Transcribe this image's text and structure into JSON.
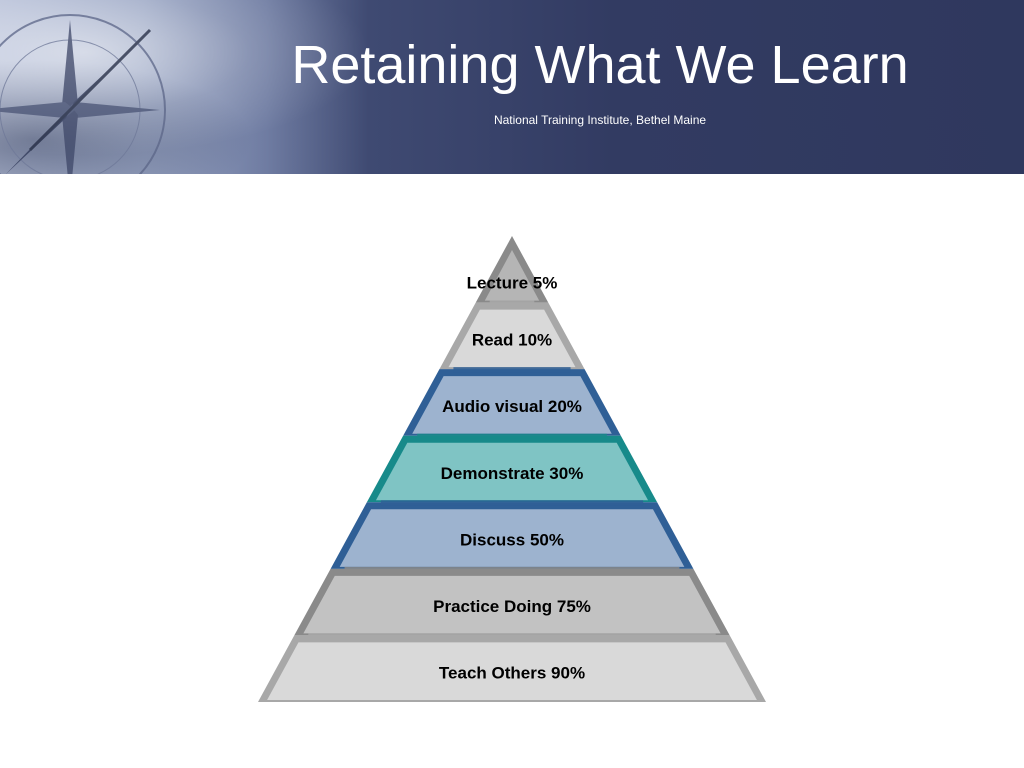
{
  "slide": {
    "title": "Retaining What We Learn",
    "subtitle": "National Training Institute, Bethel Maine"
  },
  "header_decoration": {
    "icon": "compass-icon",
    "background_color": "#323b62"
  },
  "pyramid": {
    "tiers": [
      {
        "label": "Lecture 5%",
        "fill": "#b5b5b5",
        "edge": "#8a8a8a"
      },
      {
        "label": "Read 10%",
        "fill": "#d9d9d9",
        "edge": "#a8a8a8"
      },
      {
        "label": "Audio visual 20%",
        "fill": "#9db3cf",
        "edge": "#2f5f96"
      },
      {
        "label": "Demonstrate 30%",
        "fill": "#7fc4c4",
        "edge": "#178a8a"
      },
      {
        "label": "Discuss 50%",
        "fill": "#9db3cf",
        "edge": "#2f5f96"
      },
      {
        "label": "Practice Doing 75%",
        "fill": "#c2c2c2",
        "edge": "#8a8a8a"
      },
      {
        "label": "Teach Others 90%",
        "fill": "#d9d9d9",
        "edge": "#a8a8a8"
      }
    ]
  }
}
